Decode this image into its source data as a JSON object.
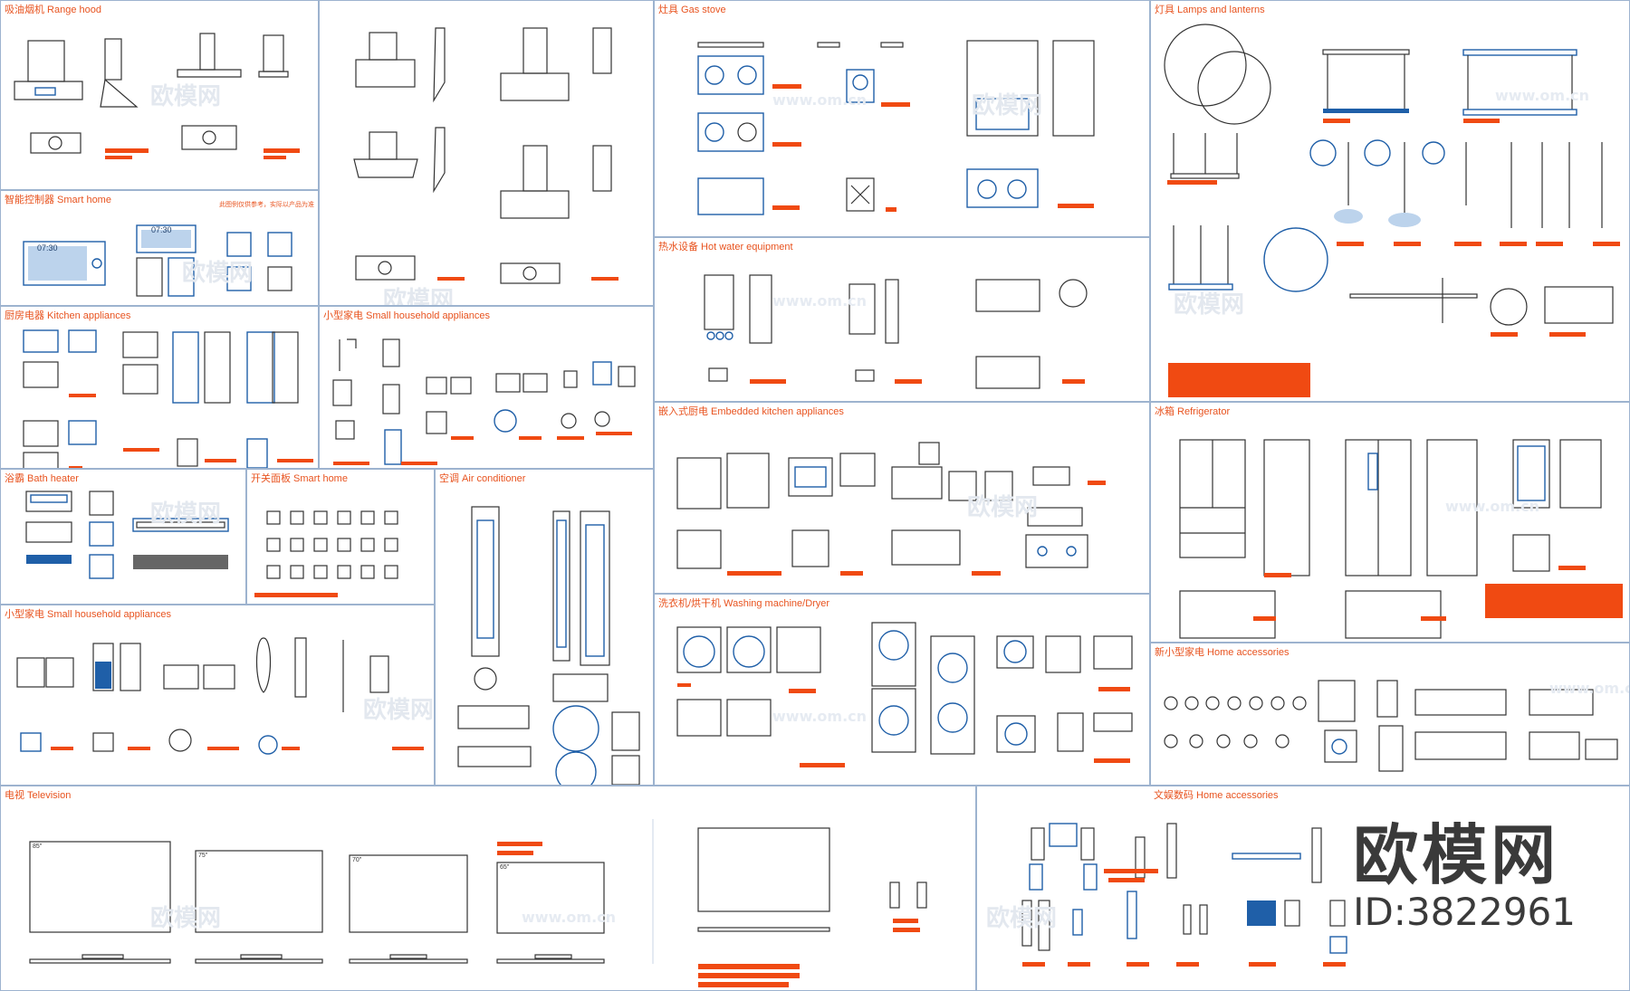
{
  "sections": {
    "range_hood": "吸油烟机 Range hood",
    "smart_home_controller": "智能控制器 Smart home",
    "smart_home_note": "此图例仅供参考，实际以产品为准",
    "kitchen_appliances": "厨房电器 Kitchen appliances",
    "small_household_1": "小型家电 Small household appliances",
    "bath_heater": "浴霸 Bath heater",
    "switch_panel": "开关面板 Smart home",
    "air_conditioner": "空调 Air conditioner",
    "small_household_2": "小型家电 Small household appliances",
    "gas_stove": "灶具 Gas stove",
    "hot_water": "热水设备 Hot water equipment",
    "embedded_kitchen": "嵌入式厨电 Embedded kitchen appliances",
    "washing_machine": "洗衣机/烘干机 Washing machine/Dryer",
    "lamps": "灯具 Lamps and lanterns",
    "refrigerator": "冰箱 Refrigerator",
    "home_accessories_new": "新小型家电 Home accessories",
    "television": "电视 Television",
    "entertainment": "文娱数码 Home accessories"
  },
  "tv_sizes": [
    "85\"",
    "75\"",
    "70\"",
    "65\""
  ],
  "clock": "07:30",
  "watermark": {
    "brand": "欧模网",
    "url": "www.om.cn"
  },
  "logo": {
    "brand": "欧模网",
    "id": "ID:3822961"
  },
  "colors": {
    "accent": "#f04a12",
    "blue": "#1f5fa8",
    "line": "#333333",
    "border": "#9db3cf"
  }
}
